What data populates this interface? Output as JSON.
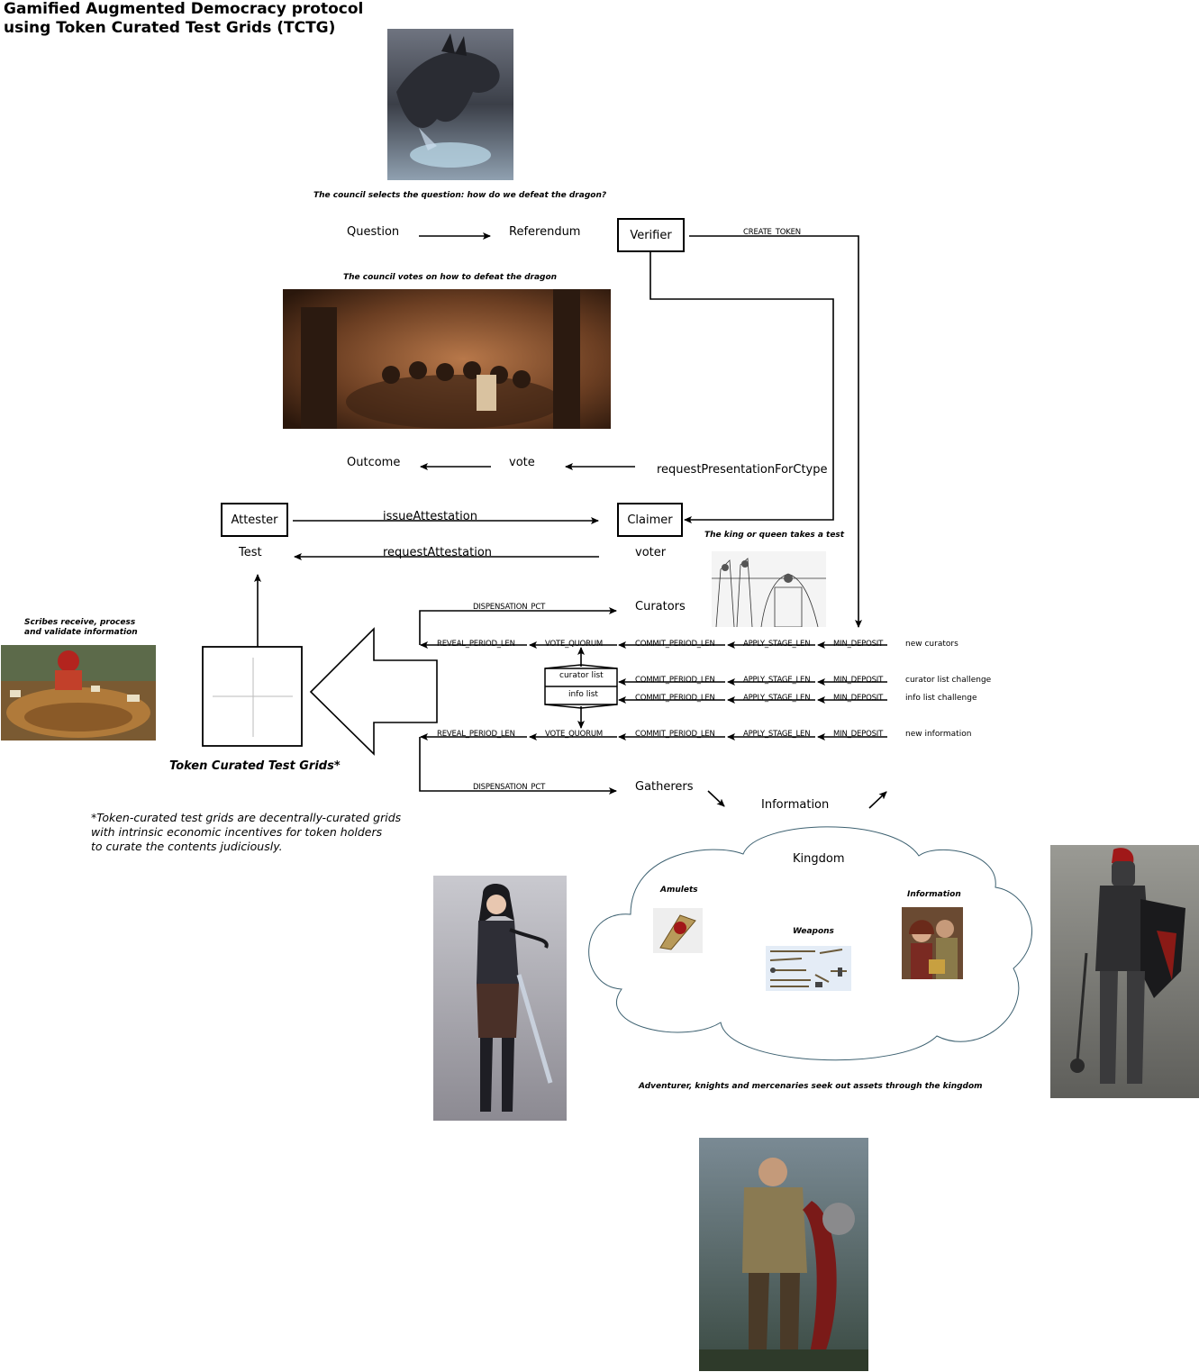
{
  "title": {
    "line1": "Gamified Augmented Democracy protocol",
    "line2": "using Token Curated Test Grids (TCTG)"
  },
  "captions": {
    "dragon": "The council selects the question: how do we defeat the dragon?",
    "council": "The council votes on how to defeat the dragon",
    "king": "The king or queen takes a test",
    "scribes_1": "Scribes receive, process",
    "scribes_2": "and validate information",
    "grid": "Token Curated Test Grids*",
    "adventurers": "Adventurer, knights and mercenaries seek out assets through the kingdom"
  },
  "nodes": {
    "question": "Question",
    "referendum": "Referendum",
    "verifier": "Verifier",
    "outcome": "Outcome",
    "vote": "vote",
    "request_presentation": "requestPresentationForCtype",
    "attester": "Attester",
    "claimer": "Claimer",
    "issue_attestation": "issueAttestation",
    "test": "Test",
    "request_attestation": "requestAttestation",
    "voter": "voter",
    "curators": "Curators",
    "gatherers": "Gatherers",
    "information": "Information",
    "curator_list": "curator list",
    "info_list": "info list"
  },
  "params": {
    "create_token": "CREATE_TOKEN",
    "dispensation_pct": "DISPENSATION_PCT",
    "reveal_period_len": "REVEAL_PERIOD_LEN",
    "vote_quorum": "VOTE_QUORUM",
    "commit_period_len": "COMMIT_PERIOD_LEN",
    "apply_stage_len": "APPLY_STAGE_LEN",
    "min_deposit": "MIN_DEPOSIT"
  },
  "side_labels": {
    "new_curators": "new curators",
    "curator_list_challenge": "curator list challenge",
    "info_list_challenge": "info list challenge",
    "new_information": "new information"
  },
  "footnote": {
    "line1": "*Token-curated  test grids  are  decentrally-curated  grids",
    "line2": "with  intrinsic  economic  incentives  for token holders",
    "line3": "to curate the contents judiciously."
  },
  "kingdom": {
    "title": "Kingdom",
    "amulets": "Amulets",
    "weapons": "Weapons",
    "information": "Information"
  }
}
